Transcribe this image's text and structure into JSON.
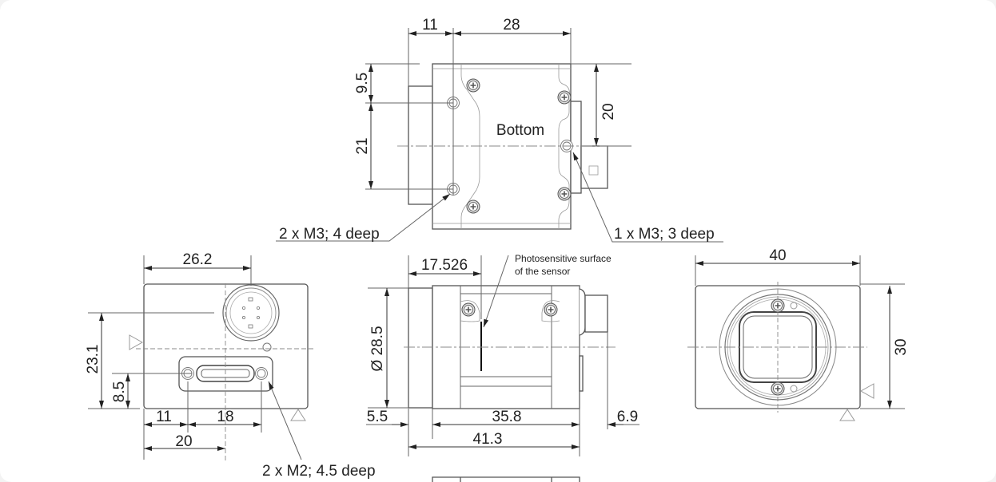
{
  "top_view": {
    "label": "Bottom",
    "dim_11": "11",
    "dim_28": "28",
    "dim_9_5": "9.5",
    "dim_21": "21",
    "dim_20": "20",
    "note_left": "2 x M3; 4 deep",
    "note_right": "1 x M3; 3 deep"
  },
  "back_view": {
    "dim_26_2": "26.2",
    "dim_23_1": "23.1",
    "dim_8_5": "8.5",
    "dim_11": "11",
    "dim_18": "18",
    "dim_20": "20",
    "note": "2 x M2; 4.5 deep"
  },
  "side_view": {
    "dim_17_526": "17.526",
    "sensor_note_line1": "Photosensitive surface",
    "sensor_note_line2": "of the sensor",
    "dim_diameter": "Ø 28.5",
    "dim_5_5": "5.5",
    "dim_35_8": "35.8",
    "dim_6_9": "6.9",
    "dim_41_3": "41.3"
  },
  "front_view": {
    "dim_40": "40",
    "dim_30": "30"
  }
}
